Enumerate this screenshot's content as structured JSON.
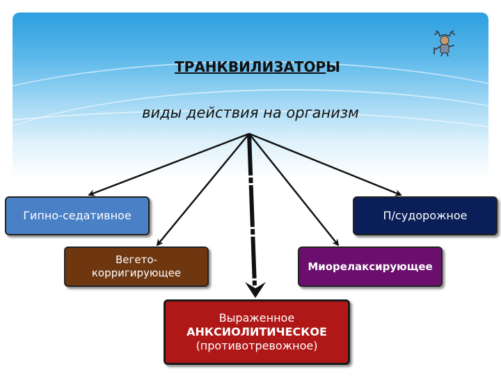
{
  "title_prefix": "ТРАНКВИЛИЗАТОР",
  "title_suffix": "Ы",
  "subtitle": "виды действия на организм",
  "boxes": {
    "hypno": "Гипно-седативное",
    "anticonvulsant": "П/судорожное",
    "vegetative_line1": "Вегето-",
    "vegetative_line2": "корригирующее",
    "myorelaxant": "Миорелаксирующее",
    "anxiolytic_line1": "Выраженное",
    "anxiolytic_line2": "АНКСИОЛИТИЧЕСКОЕ",
    "anxiolytic_line3": "(противотревожное)"
  },
  "colors": {
    "hypno": "#4a80c6",
    "anticonvulsant": "#0a1f58",
    "vegetative": "#6f3710",
    "myorelaxant": "#6a0f6d",
    "anxiolytic": "#b01818"
  }
}
